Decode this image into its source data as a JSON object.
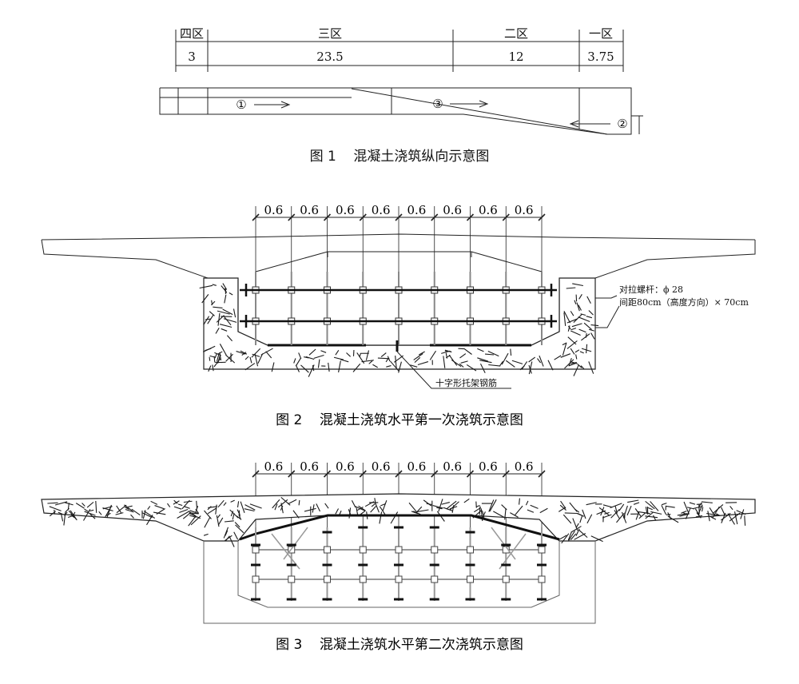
{
  "figure1": {
    "zones": [
      "四区",
      "三区",
      "二区",
      "一区"
    ],
    "lengths": [
      "3",
      "23.5",
      "12",
      "3.75"
    ],
    "markers": [
      "①",
      "③",
      "②"
    ],
    "caption": "图 1    混凝土浇筑纵向示意图"
  },
  "figure2": {
    "spacings": [
      "0.6",
      "0.6",
      "0.6",
      "0.6",
      "0.6",
      "0.6",
      "0.6",
      "0.6"
    ],
    "bolt_note_1": "对拉螺杆：ϕ 28",
    "bolt_note_2": "间距80cm（高度方向）× 70cm",
    "rebar_note": "十字形托架钢筋",
    "caption": "图 2    混凝土浇筑水平第一次浇筑示意图"
  },
  "figure3": {
    "spacings": [
      "0.6",
      "0.6",
      "0.6",
      "0.6",
      "0.6",
      "0.6",
      "0.6",
      "0.6"
    ],
    "caption": "图 3    混凝土浇筑水平第二次浇筑示意图"
  },
  "colors": {
    "line": "#222222",
    "hatch": "#1a1a1a",
    "rod": "#111111",
    "post": "#888888"
  }
}
